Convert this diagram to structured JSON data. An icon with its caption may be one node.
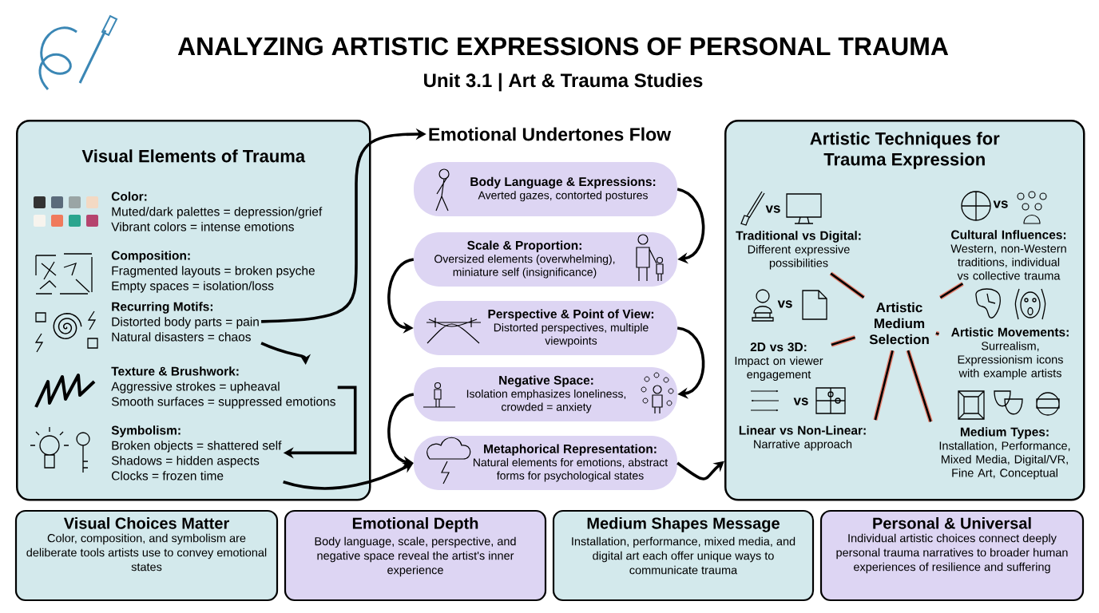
{
  "diagram": {
    "title": "ANALYZING ARTISTIC EXPRESSIONS OF PERSONAL TRAUMA",
    "nodes": [
      {
        "text": [
          "Visual Elements of Trauma"
        ]
      },
      {
        "text": [
          "Color:",
          "Muted/dark palettes = depression/grief",
          "Vibrant colors = intense emotions"
        ],
        "in": 0
      },
      {
        "text": [
          "Composition:",
          "Fragmented layouts = broken psyche",
          "Empty spaces = isolation/loss"
        ],
        "in": 0
      },
      {
        "text": [
          "Recurring Motifs:",
          "Distorted body parts = pain",
          "Natural disasters = chaos"
        ],
        "in": 0
      },
      {
        "text": [
          "Texture & Brushwork:",
          "Aggressive strokes = upheaval",
          "Smooth surfaces = suppressed emotions"
        ],
        "in": 0
      },
      {
        "text": [
          "Symbolism:",
          "Broken objects = shattered self",
          "Shadows = hidden aspects",
          "Clocks = frozen time"
        ],
        "in": 0
      },
      {
        "text": [
          "Emotional Undertones Flow"
        ]
      },
      {
        "text": [
          "Body Language & Expressions:",
          "Averted gazes, contorted postures"
        ]
      },
      {
        "text": [
          "Scale & Proportion:",
          "Oversized elements (overwhelming), miniature self (insignificance)"
        ]
      },
      {
        "text": [
          "Perspective & Point of View:",
          "Distorted perspectives, multiple viewpoints"
        ]
      },
      {
        "text": [
          "Negative Space:",
          "Isolation emphasizes loneliness, crowded = anxiety"
        ]
      },
      {
        "text": [
          "Metaphorical Representation:",
          "Natural elements for emotions, abstract forms for psychological states"
        ]
      },
      {
        "text": [
          "Artistic Techniques for Trauma Expression"
        ]
      },
      {
        "text": [
          "Artistic Medium Selection"
        ],
        "in": 12
      },
      {
        "text": [
          "Traditional vs Digital:",
          "Different expressive possibilities"
        ],
        "in": 12,
        "beside": [
          "vs"
        ]
      },
      {
        "text": [
          "2D vs 3D:",
          "Impact on viewer engagement"
        ],
        "in": 12,
        "beside": [
          "vs"
        ]
      },
      {
        "text": [
          "Linear vs Non-Linear:",
          "Narrative approach"
        ],
        "in": 12,
        "beside": [
          "vs"
        ]
      },
      {
        "text": [
          "Cultural Influences:",
          "Western, non-Western traditions, individual vs collective trauma"
        ],
        "in": 12,
        "beside": [
          "vs"
        ]
      },
      {
        "text": [
          "Artistic Movements:",
          "Surrealism, Expressionism icons with example artists"
        ],
        "in": 12
      },
      {
        "text": [
          "Medium Types:",
          "Installation, Performance, Mixed Media, Digital/VR, Fine Art, Conceptual"
        ],
        "in": 12
      },
      {
        "text": [
          "Visual Choices Matter",
          "Color, composition, and symbolism are deliberate tools artists use to convey emotional states"
        ]
      },
      {
        "text": [
          "Emotional Depth",
          "Body language, scale, perspective, and negative space reveal the artist's inner experience"
        ]
      },
      {
        "text": [
          "Medium Shapes Message",
          "Installation, performance, mixed media, and digital art each offer unique ways to communicate trauma"
        ]
      },
      {
        "text": [
          "Personal & Universal",
          "Individual artistic choices connect deeply personal trauma narratives to broader human experiences of resilience and suffering"
        ]
      }
    ],
    "edges": [
      {
        "from": 3,
        "to": 6,
        "arrow": "to"
      },
      {
        "from": 3,
        "to": 4,
        "arrow": "to"
      },
      {
        "from": 4,
        "to": 5,
        "arrow": "to"
      },
      {
        "from": 5,
        "to": 11,
        "arrow": "to"
      },
      {
        "from": 7,
        "to": 8,
        "arrow": "to"
      },
      {
        "from": 8,
        "to": 9,
        "arrow": "to"
      },
      {
        "from": 9,
        "to": 10,
        "arrow": "to"
      },
      {
        "from": 10,
        "to": 11,
        "arrow": "to"
      },
      {
        "from": 11,
        "to": 12,
        "arrow": "to"
      },
      {
        "from": 13,
        "to": 14,
        "arrow": "none",
        "color": "#e8826f"
      },
      {
        "from": 13,
        "to": 15,
        "arrow": "none",
        "color": "#e8826f"
      },
      {
        "from": 13,
        "to": 16,
        "arrow": "none",
        "color": "#e8826f"
      },
      {
        "from": 13,
        "to": 17,
        "arrow": "none",
        "color": "#e8826f"
      },
      {
        "from": 13,
        "to": 18,
        "arrow": "none",
        "color": "#e8826f"
      },
      {
        "from": 13,
        "to": 19,
        "arrow": "none",
        "color": "#e8826f"
      }
    ],
    "labels": [
      "Unit 3.1 | Art & Trauma Studies"
    ]
  }
}
